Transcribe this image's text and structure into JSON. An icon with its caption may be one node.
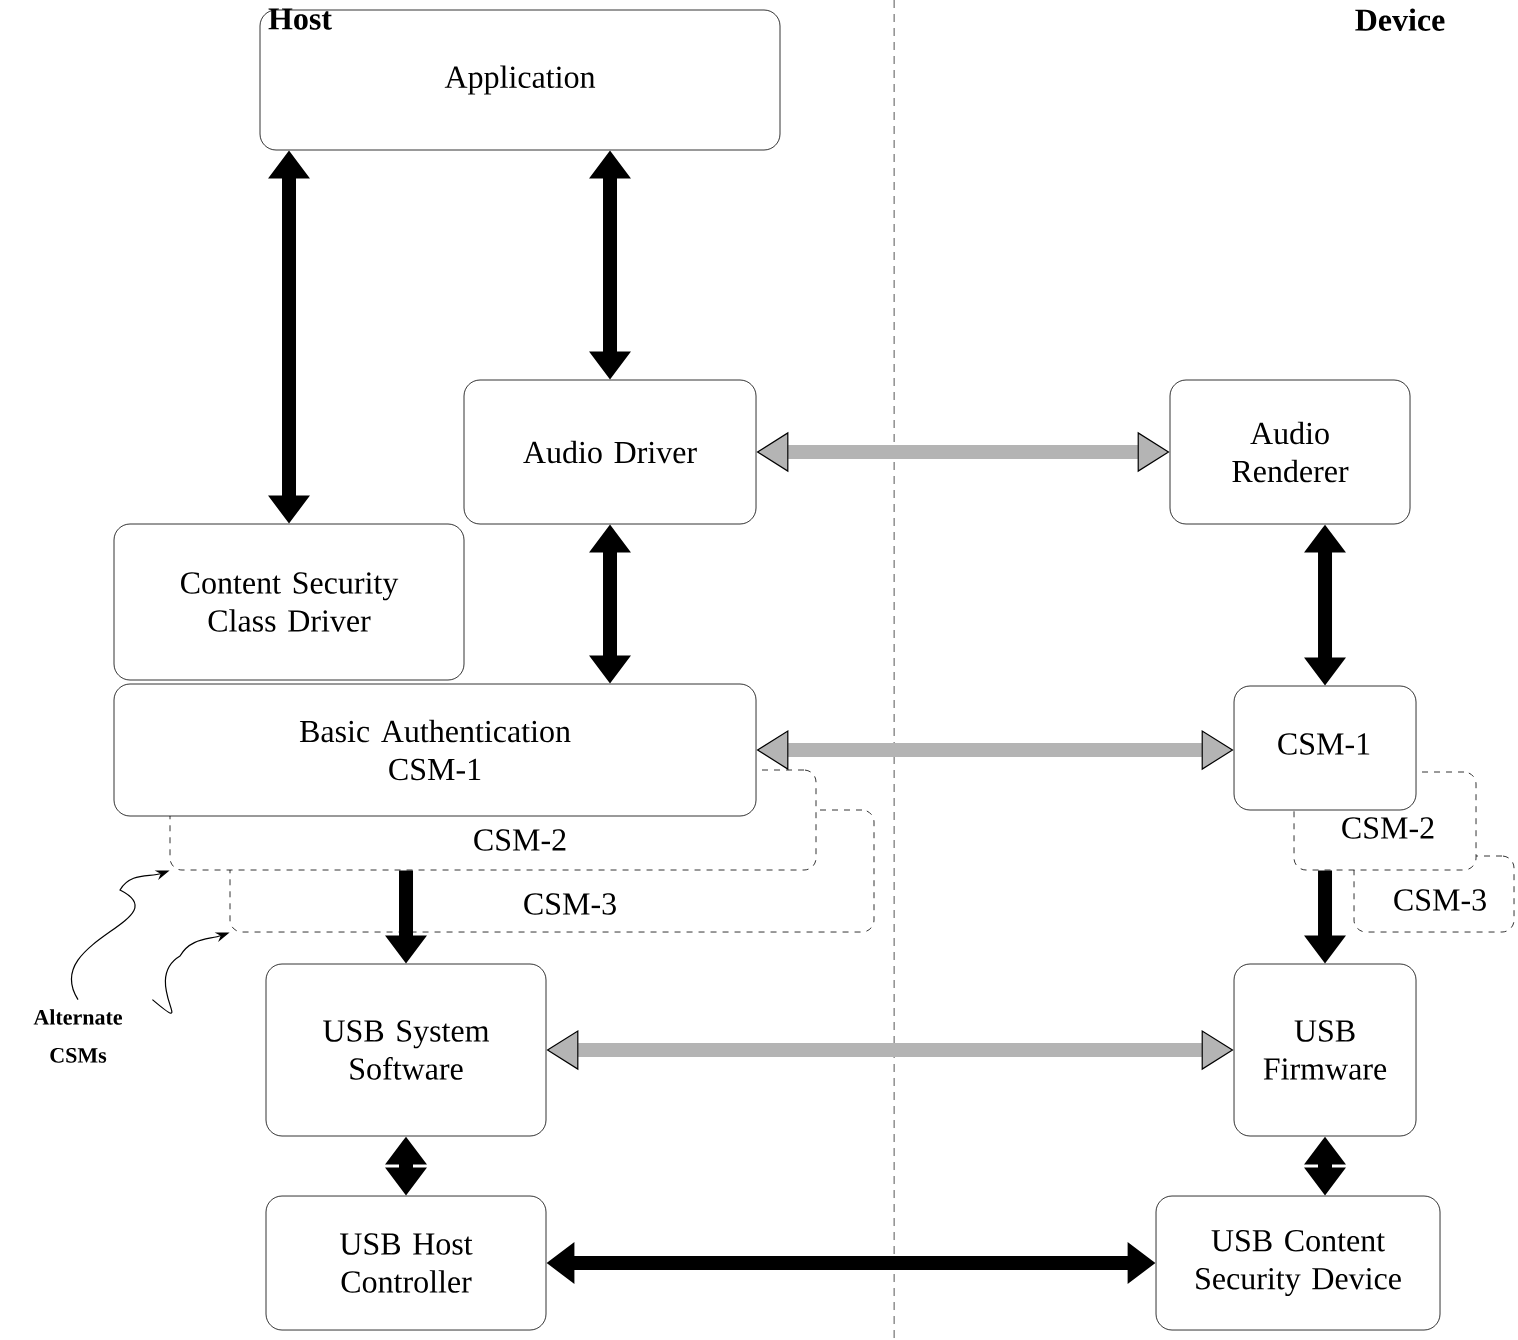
{
  "diagram": {
    "nodes": [
      {
        "text": [
          "Application"
        ]
      },
      {
        "text": [
          "Audio Driver"
        ]
      },
      {
        "text": [
          "Content Security Class Driver"
        ]
      },
      {
        "text": [
          "Basic Authentication CSM-1"
        ]
      },
      {
        "text": [
          "CSM-2"
        ]
      },
      {
        "text": [
          "CSM-3"
        ]
      },
      {
        "text": [
          "USB System Software"
        ]
      },
      {
        "text": [
          "USB Host Controller"
        ]
      },
      {
        "text": [
          "Audio Renderer"
        ]
      },
      {
        "text": [
          "CSM-1"
        ]
      },
      {
        "text": [
          "CSM-2"
        ]
      },
      {
        "text": [
          "CSM-3"
        ]
      },
      {
        "text": [
          "USB Firmware"
        ]
      },
      {
        "text": [
          "USB Content Security Device"
        ]
      },
      {
        "text": [
          "Alternate CSMs"
        ]
      }
    ],
    "edges": [
      {
        "from": 0,
        "to": 2,
        "arrow": "both"
      },
      {
        "from": 0,
        "to": 1,
        "arrow": "both"
      },
      {
        "from": 1,
        "to": 3,
        "arrow": "both"
      },
      {
        "from": 1,
        "to": 8,
        "arrow": "both",
        "color": "#b4b4b4"
      },
      {
        "from": 8,
        "to": 9,
        "arrow": "both"
      },
      {
        "from": 3,
        "to": 9,
        "arrow": "both",
        "color": "#b4b4b4"
      },
      {
        "from": 5,
        "to": 6,
        "arrow": "to"
      },
      {
        "from": 10,
        "to": 12,
        "arrow": "to"
      },
      {
        "from": 6,
        "to": 12,
        "arrow": "both",
        "color": "#b4b4b4"
      },
      {
        "from": 6,
        "to": 7,
        "arrow": "both"
      },
      {
        "from": 12,
        "to": 13,
        "arrow": "both"
      },
      {
        "from": 7,
        "to": 13,
        "arrow": "both"
      },
      {
        "from": 14,
        "to": 4,
        "arrow": "to"
      },
      {
        "from": 14,
        "to": 5,
        "arrow": "to"
      }
    ],
    "labels": [
      "Host",
      "Device"
    ]
  }
}
